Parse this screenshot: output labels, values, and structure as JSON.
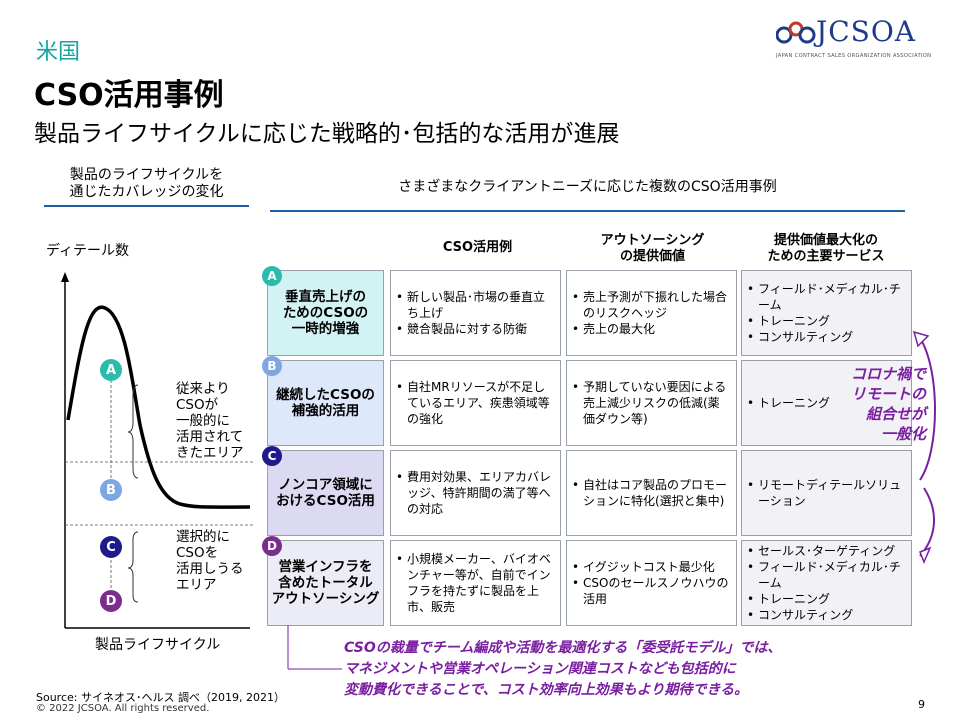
{
  "header": {
    "country": "米国",
    "title": "CSO活用事例",
    "subtitle": "製品ライフサイクルに応じた戦略的･包括的な活用が進展"
  },
  "logo": {
    "name": "JCSOA",
    "subtext": "JAPAN CONTRACT SALES ORGANIZATION ASSOCIATION"
  },
  "left_panel": {
    "heading_line1": "製品のライフサイクルを",
    "heading_line2": "通じたカバレッジの変化",
    "y_axis": "ディテール数",
    "x_axis": "製品ライフサイクル",
    "markers": [
      "A",
      "B",
      "C",
      "D"
    ],
    "note_ab": [
      "従来より",
      "CSOが",
      "一般的に",
      "活用されて",
      "きたエリア"
    ],
    "note_cd": [
      "選択的に",
      "CSOを",
      "活用しうる",
      "エリア"
    ]
  },
  "right_panel": {
    "heading": "さまざまなクライアントニーズに応じた複数のCSO活用事例",
    "columns": [
      {
        "line1": "CSO活用例",
        "line2": ""
      },
      {
        "line1": "アウトソーシング",
        "line2": "の提供価値"
      },
      {
        "line1": "提供価値最大化の",
        "line2": "ための主要サービス"
      }
    ],
    "rows": [
      {
        "badge": "A",
        "label": [
          "垂直売上げの",
          "ためのCSOの",
          "一時的増強"
        ],
        "examples": [
          "新しい製品･市場の垂直立ち上げ",
          "競合製品に対する防衛"
        ],
        "value": [
          "売上予測が下振れした場合のリスクヘッジ",
          "売上の最大化"
        ],
        "services": [
          "フィールド･メディカル･チーム",
          "トレーニング",
          "コンサルティング"
        ]
      },
      {
        "badge": "B",
        "label": [
          "継続したCSOの",
          "補強的活用"
        ],
        "examples": [
          "自社MRリソースが不足しているエリア、疾患領域等の強化"
        ],
        "value": [
          "予期していない要因による売上減少リスクの低減(薬価ダウン等)"
        ],
        "services": [
          "トレーニング"
        ]
      },
      {
        "badge": "C",
        "label": [
          "ノンコア領域に",
          "おけるCSO活用"
        ],
        "examples": [
          "費用対効果、エリアカバレッジ、特許期間の満了等への対応"
        ],
        "value": [
          "自社はコア製品のプロモーションに特化(選択と集中)"
        ],
        "services": [
          "リモートディテールソリューション"
        ]
      },
      {
        "badge": "D",
        "label": [
          "営業インフラを",
          "含めたトータル",
          "アウトソーシング"
        ],
        "examples": [
          "小規模メーカー、バイオベンチャー等が、自前でインフラを持たずに製品を上市、販売"
        ],
        "value": [
          "イグジットコスト最少化",
          "CSOのセールスノウハウの活用"
        ],
        "services": [
          "セールス･ターゲティング",
          "フィールド･メディカル･チーム",
          "トレーニング",
          "コンサルティング"
        ]
      }
    ]
  },
  "annotations": {
    "corona": [
      "コロナ禍で",
      "リモートの",
      "組合せが",
      "一般化"
    ],
    "bottom_note": [
      "CSOの裁量でチーム編成や活動を最適化する「委受託モデル」では、",
      "マネジメントや営業オペレーション関連コストなども包括的に",
      "変動費化できることで、コスト効率向上効果もより期待できる。"
    ]
  },
  "footer": {
    "source": "Source: サイネオス･ヘルス 調べ（2019, 2021）",
    "copyright": "© 2022 JCSOA.  All rights reserved.",
    "page": "9"
  },
  "colors": {
    "teal": "#17a3a3",
    "navy": "#1e1b8c",
    "purple": "#7a1fa2",
    "row_a": "#d3f2f4",
    "row_b": "#dde8fa",
    "row_c": "#dcdaf3",
    "row_d": "#ececf6"
  }
}
